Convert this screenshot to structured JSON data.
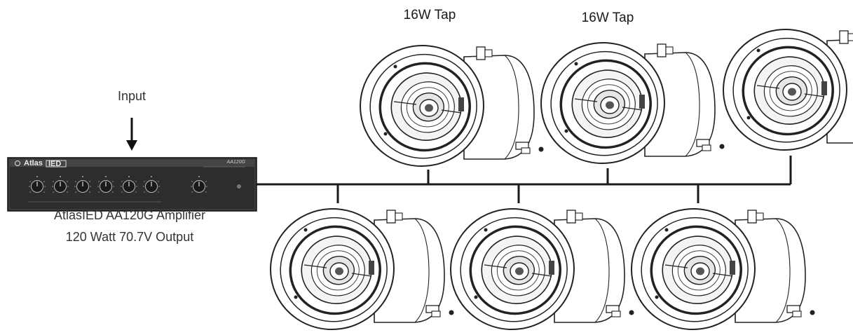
{
  "labels": {
    "input": "Input",
    "amp_line1": "AtlasIED AA120G Amplifier",
    "amp_line2": "120 Watt 70.7V Output",
    "tap_1": "16W Tap",
    "tap_2": "16W Tap"
  },
  "amplifier": {
    "brand": "Atlas",
    "brand_box": "IED",
    "model": "AA120G",
    "knob_count": 7
  },
  "speakers": {
    "top_row_count": 3,
    "bottom_row_count": 3
  },
  "colors": {
    "line": "#1a1a1a",
    "amp_body": "#3a3a3a",
    "amp_face": "#2a2a2a",
    "speaker_stroke": "#222222"
  }
}
